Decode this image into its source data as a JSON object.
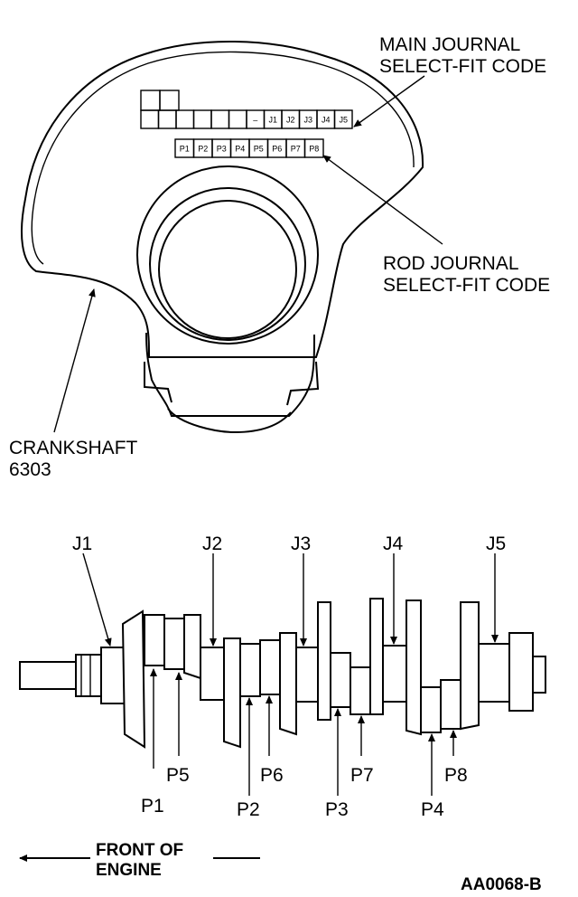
{
  "callouts": {
    "main_journal": [
      "MAIN JOURNAL",
      "SELECT-FIT CODE"
    ],
    "rod_journal": [
      "ROD JOURNAL",
      "SELECT-FIT CODE"
    ],
    "crankshaft": [
      "CRANKSHAFT",
      "6303"
    ]
  },
  "code_grid": {
    "top_row_dash": "–",
    "main_cells": [
      "J1",
      "J2",
      "J3",
      "J4",
      "J5"
    ],
    "rod_cells": [
      "P1",
      "P2",
      "P3",
      "P4",
      "P5",
      "P6",
      "P7",
      "P8"
    ]
  },
  "journal_labels": {
    "main": [
      "J1",
      "J2",
      "J3",
      "J4",
      "J5"
    ],
    "rod_upper": [
      "P5",
      "P6",
      "P7",
      "P8"
    ],
    "rod_lower": [
      "P1",
      "P2",
      "P3",
      "P4"
    ]
  },
  "direction": [
    "FRONT OF",
    "ENGINE"
  ],
  "figure_id": "AA0068-B"
}
